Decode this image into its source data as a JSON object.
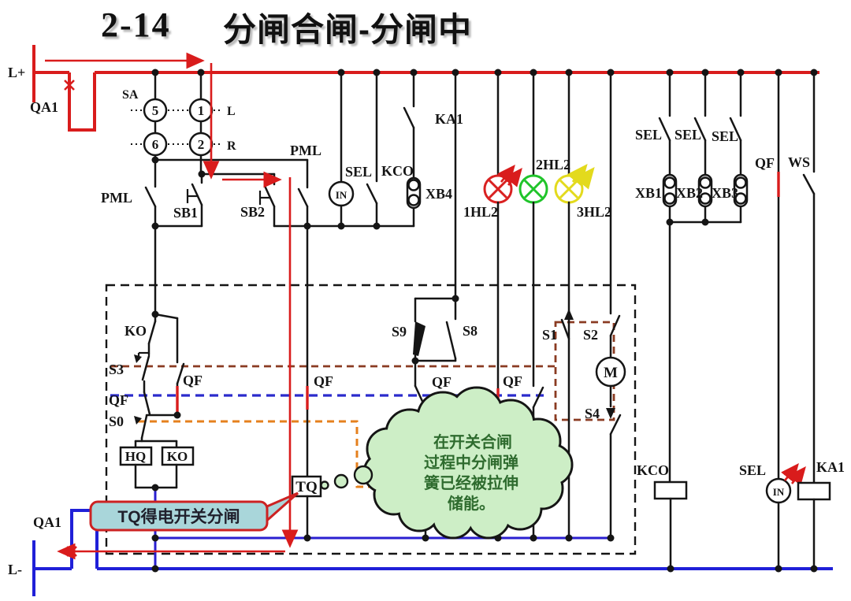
{
  "title": {
    "number": "2-14",
    "text": "分闸合闸-分闸中"
  },
  "colors": {
    "bus_positive_red": "#d91c1c",
    "bus_negative_blue": "#2020d8",
    "inner_return_blue": "#2a1fd0",
    "path_annotation_red": "#d91c1c",
    "dashed_box_black": "#151515",
    "dashed_brown": "#8a3b22",
    "dashed_blue": "#2b2bcc",
    "dashed_orange": "#e5801e",
    "lamp_red": "#d92121",
    "lamp_green": "#1fc42a",
    "lamp_yellow": "#e3da1d",
    "cloud_fill": "#cdeec6",
    "callout_fill": "#a9d6da"
  },
  "labels": {
    "l_plus": "L+",
    "qa1_top": "QA1",
    "sa": "SA",
    "sa_5": "5",
    "sa_1": "1",
    "sa_6": "6",
    "sa_2": "2",
    "sa_l": "L",
    "sa_r": "R",
    "pml_left": "PML",
    "sb1": "SB1",
    "sb2": "SB2",
    "pml_right": "PML",
    "sel_mid": "SEL",
    "kco_mid": "KCO",
    "in_mid": "IN",
    "ka1_top": "KA1",
    "xb4": "XB4",
    "hl2_1": "1HL2",
    "hl2_2": "2HL2",
    "hl2_3": "3HL2",
    "sel_r1": "SEL",
    "sel_r2": "SEL",
    "sel_r3": "SEL",
    "xb1": "XB1",
    "xb2": "XB2",
    "xb3": "XB3",
    "qf_top_right": "QF",
    "ws": "WS",
    "ko_contact": "KO",
    "s3": "S3",
    "qf_left": "QF",
    "s0": "S0",
    "qf_branch": "QF",
    "hq_coil": "HQ",
    "ko_coil": "KO",
    "s9": "S9",
    "s8": "S8",
    "qf_mid_tq": "QF",
    "qf_mid_left": "QF",
    "qf_mid_right": "QF",
    "s1": "S1",
    "s2": "S2",
    "motor": "M",
    "s4": "S4",
    "tq_coil": "TQ",
    "kco_coil": "KCO",
    "sel_bottom": "SEL",
    "in_bottom": "IN",
    "ka1_coil": "KA1",
    "qa1_bottom": "QA1",
    "l_minus": "L-"
  },
  "cloud": {
    "lines": [
      "在开关合闸",
      "过程中分闸弹",
      "簧已经被拉伸",
      "储能。"
    ]
  },
  "callout": {
    "text": "TQ得电开关分闸"
  }
}
